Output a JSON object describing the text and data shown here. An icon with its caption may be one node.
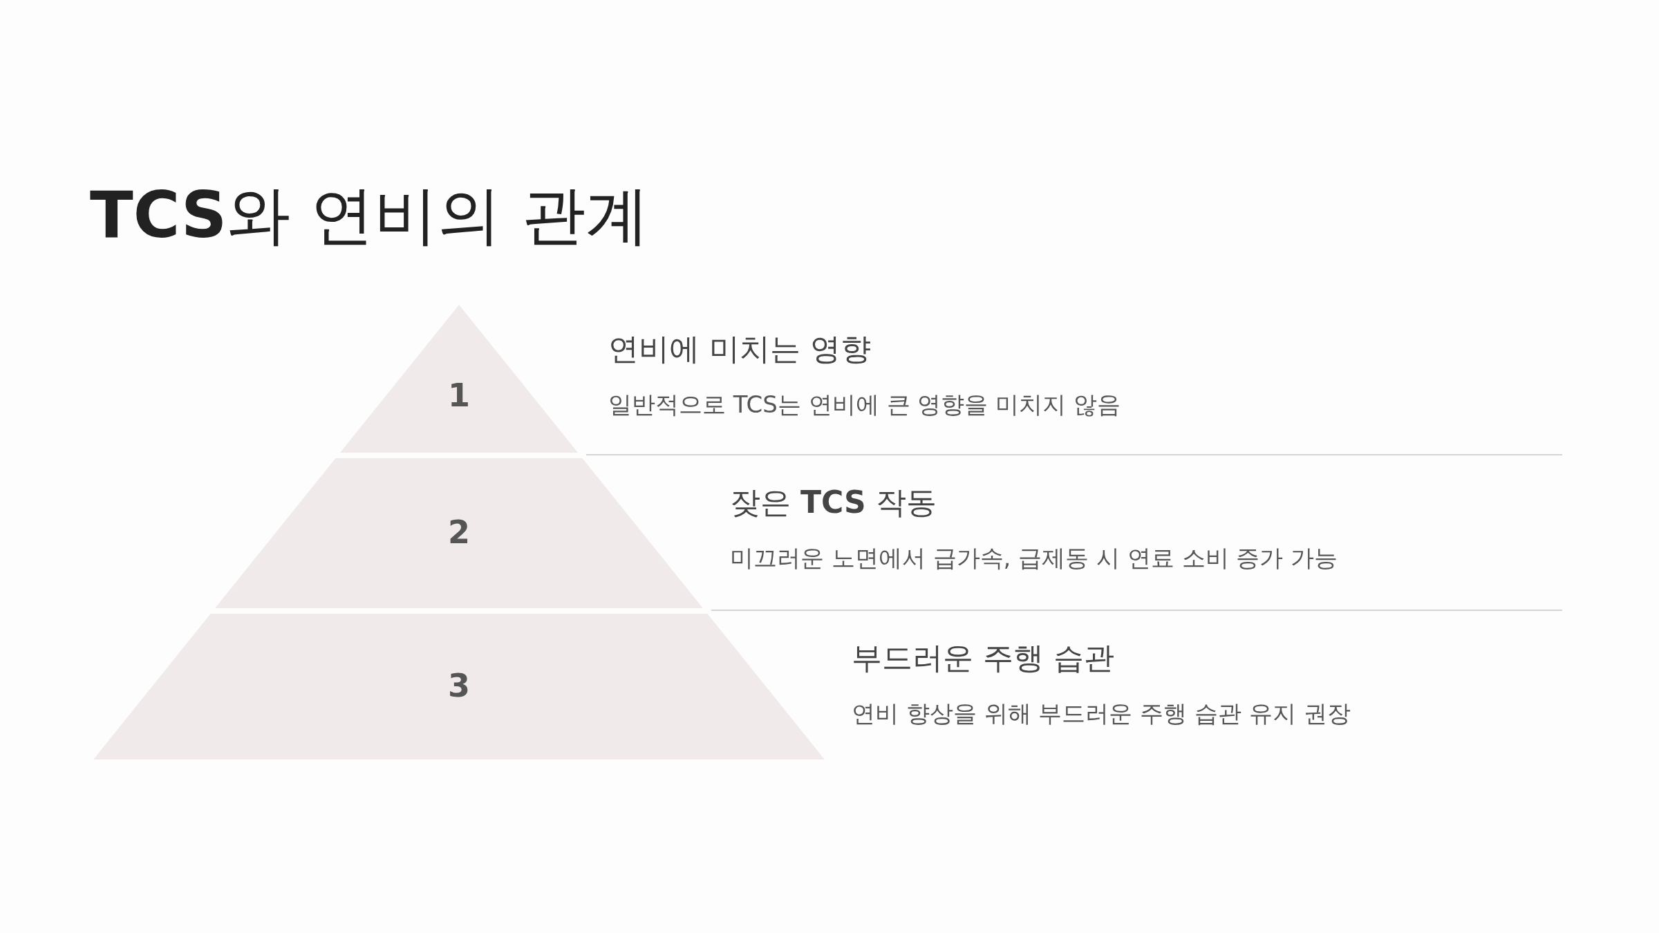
{
  "diagram": {
    "title": "**TCS**와 연비의 관계",
    "nodes": [
      {
        "text": [
          "1"
        ],
        "beside": [
          "연비에 미치는 영향",
          "일반적으로 TCS는 연비에 큰 영향을 미치지 않음"
        ]
      },
      {
        "text": [
          "2"
        ],
        "beside": [
          "잦은 **TCS** 작동",
          "미끄러운 노면에서 급가속, 급제동 시 연료 소비 증가 가능"
        ]
      },
      {
        "text": [
          "3"
        ],
        "beside": [
          "부드러운 주행 습관",
          "연비 향상을 위해 부드러운 주행 습관 유지 권장"
        ]
      }
    ],
    "edges": []
  }
}
